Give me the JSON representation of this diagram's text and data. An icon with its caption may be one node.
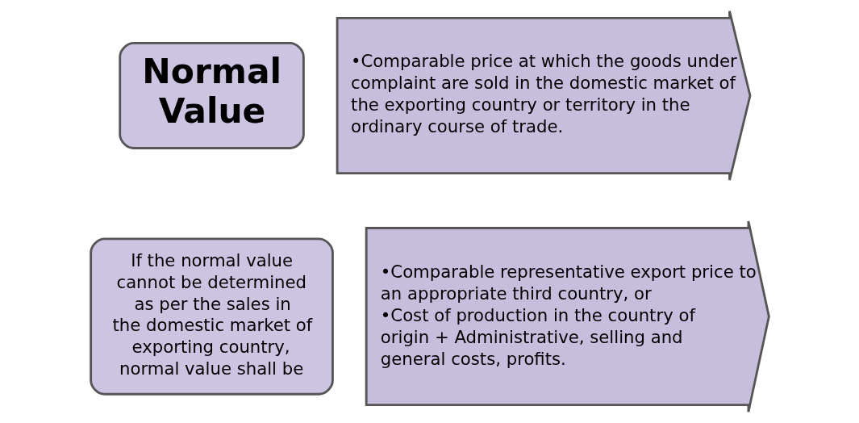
{
  "diagram": {
    "nodes": [
      {
        "text": [
          "Normal Value"
        ]
      },
      {
        "text": [
          "•Comparable price at which the goods under complaint are sold in the domestic market of the exporting country or territory in the ordinary course of trade."
        ]
      },
      {
        "text": [
          "If the normal value cannot be determined as per the sales in the domestic market of exporting country, normal value shall be"
        ]
      },
      {
        "text": [
          "•Comparable representative export price to an appropriate third country, or",
          "•Cost of production in the country of origin + Administrative, selling and general costs, profits."
        ]
      }
    ]
  }
}
